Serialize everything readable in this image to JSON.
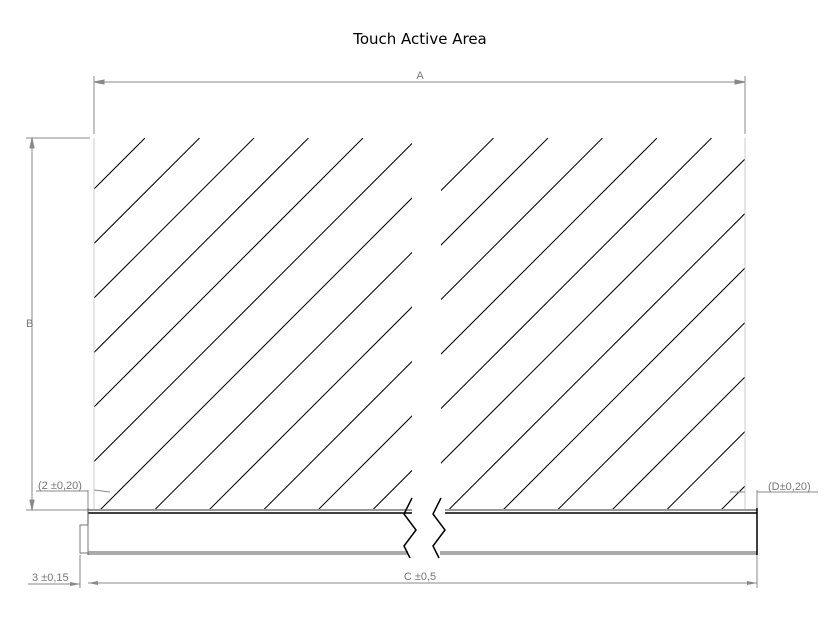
{
  "title": "Touch Active Area",
  "dimensions": {
    "a": "A",
    "b": "B",
    "c": "C ±0,5",
    "edge_left": "(2 ±0,20)",
    "edge_right": "(D±0,20)",
    "thickness": "3 ±0,15"
  }
}
